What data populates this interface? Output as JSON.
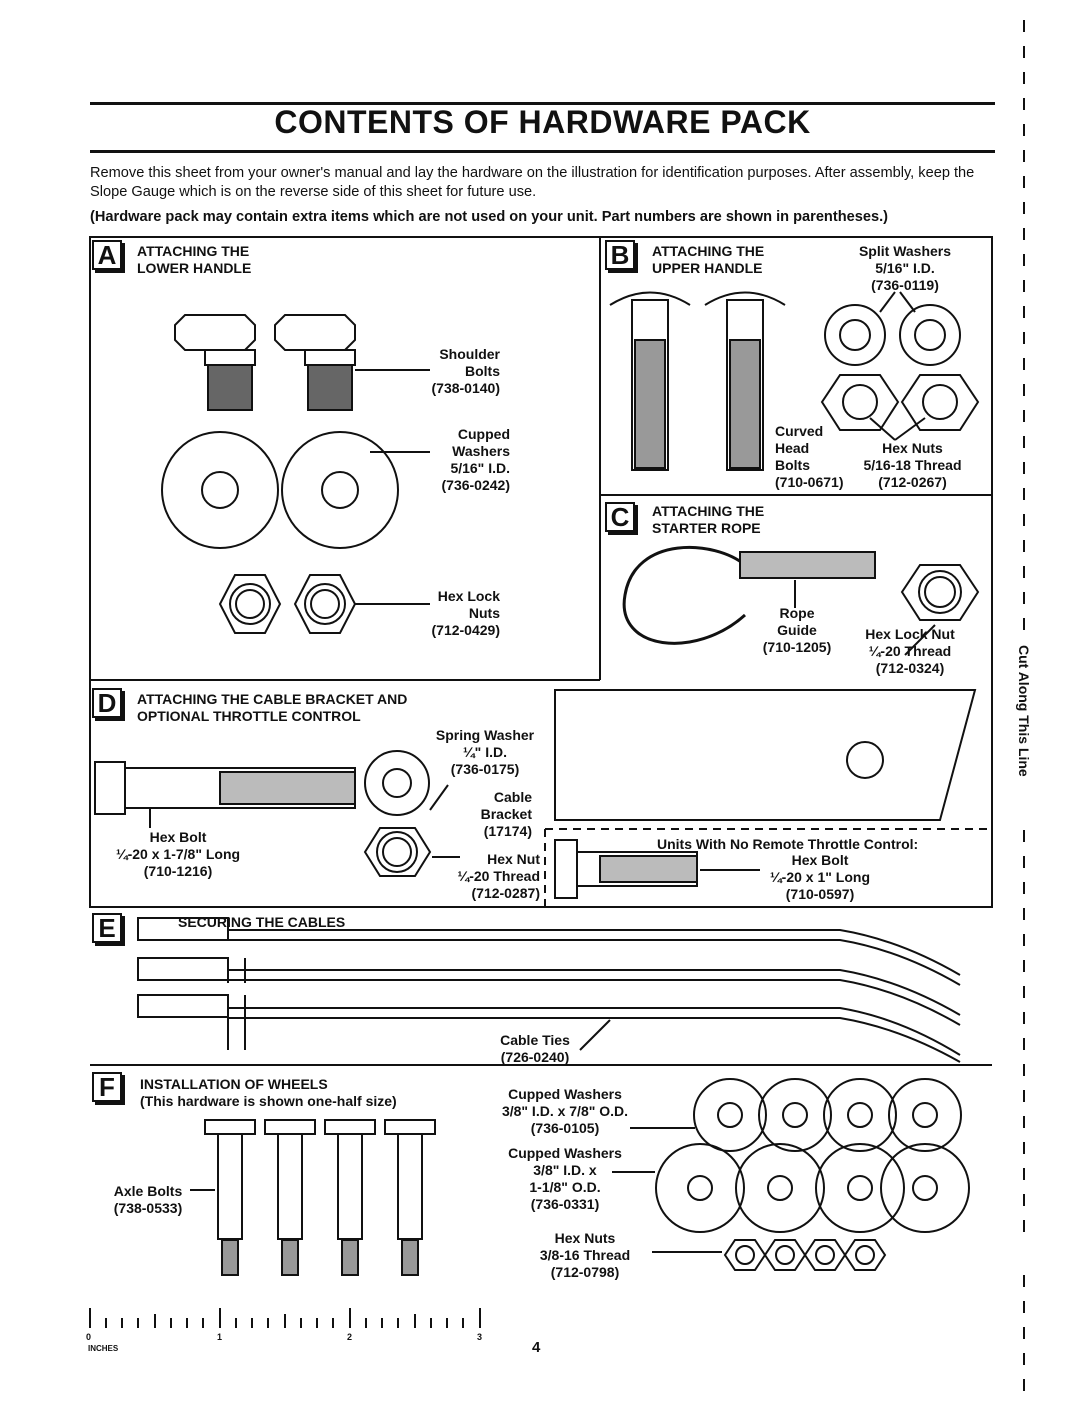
{
  "title": "CONTENTS OF HARDWARE PACK",
  "intro": "Remove this sheet from your owner's manual and lay the hardware on the illustration for identification purposes. After assembly, keep the Slope Gauge which is on the reverse side of this sheet for future use.",
  "note": "(Hardware pack may contain extra items which are not used on your unit. Part numbers are shown in parentheses.)",
  "sections": {
    "a": {
      "letter": "A",
      "heading": [
        "ATTACHING THE",
        "LOWER HANDLE"
      ],
      "shoulder_bolts": [
        "Shoulder",
        "Bolts",
        "(738-0140)"
      ],
      "cupped_washers": [
        "Cupped",
        "Washers",
        "5/16\" I.D.",
        "(736-0242)"
      ],
      "hex_lock_nuts": [
        "Hex Lock",
        "Nuts",
        "(712-0429)"
      ]
    },
    "b": {
      "letter": "B",
      "heading": [
        "ATTACHING THE",
        "UPPER HANDLE"
      ],
      "split_washers": [
        "Split Washers",
        "5/16\" I.D.",
        "(736-0119)"
      ],
      "curved_head_bolts": [
        "Curved",
        "Head",
        "Bolts",
        "(710-0671)"
      ],
      "hex_nuts": [
        "Hex Nuts",
        "5/16-18 Thread",
        "(712-0267)"
      ]
    },
    "c": {
      "letter": "C",
      "heading": [
        "ATTACHING THE",
        "STARTER ROPE"
      ],
      "rope_guide": [
        "Rope",
        "Guide",
        "(710-1205)"
      ],
      "hex_lock_nut": [
        "Hex Lock Nut",
        "¼-20 Thread",
        "(712-0324)"
      ]
    },
    "d": {
      "letter": "D",
      "heading": [
        "ATTACHING THE CABLE BRACKET AND",
        "OPTIONAL THROTTLE CONTROL"
      ],
      "spring_washer": [
        "Spring Washer",
        "¼\" I.D.",
        "(736-0175)"
      ],
      "cable_bracket": [
        "Cable",
        "Bracket",
        "(17174)"
      ],
      "hex_bolt": [
        "Hex Bolt",
        "¼-20 x 1-7/8\" Long",
        "(710-1216)"
      ],
      "hex_nut": [
        "Hex Nut",
        "¼-20 Thread",
        "(712-0287)"
      ],
      "no_remote": "Units With No Remote Throttle Control:",
      "hex_bolt_short": [
        "Hex Bolt",
        "¼-20 x 1\" Long",
        "(710-0597)"
      ]
    },
    "e": {
      "letter": "E",
      "heading": "SECURING THE CABLES",
      "cable_ties": [
        "Cable Ties",
        "(726-0240)"
      ]
    },
    "f": {
      "letter": "F",
      "heading": [
        "INSTALLATION OF WHEELS",
        "(This hardware is shown one-half size)"
      ],
      "axle_bolts": [
        "Axle Bolts",
        "(738-0533)"
      ],
      "cupped_small": [
        "Cupped Washers",
        "3/8\" I.D. x 7/8\" O.D.",
        "(736-0105)"
      ],
      "cupped_large": [
        "Cupped Washers",
        "3/8\" I.D. x",
        "1-1/8\" O.D.",
        "(736-0331)"
      ],
      "hex_nuts": [
        "Hex Nuts",
        "3/8-16 Thread",
        "(712-0798)"
      ]
    }
  },
  "ruler": {
    "marks": [
      "0",
      "1",
      "2",
      "3"
    ],
    "unit": "INCHES"
  },
  "page_number": "4",
  "cut_line": "Cut Along This Line"
}
